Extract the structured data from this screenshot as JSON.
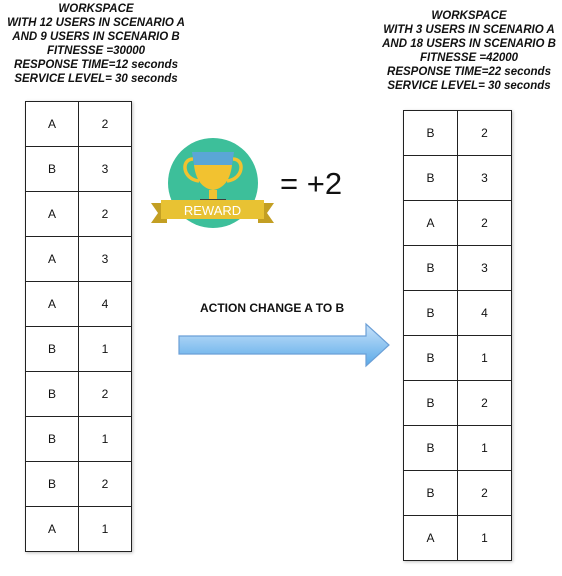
{
  "left_workspace": {
    "header_lines": [
      "WORKSPACE",
      "WITH 12 USERS IN SCENARIO A",
      "AND 9 USERS IN SCENARIO B",
      "FITNESSE =30000",
      "RESPONSE TIME=12 seconds",
      "SERVICE LEVEL= 30 seconds"
    ],
    "rows": [
      [
        "A",
        "2"
      ],
      [
        "B",
        "3"
      ],
      [
        "A",
        "2"
      ],
      [
        "A",
        "3"
      ],
      [
        "A",
        "4"
      ],
      [
        "B",
        "1"
      ],
      [
        "B",
        "2"
      ],
      [
        "B",
        "1"
      ],
      [
        "B",
        "2"
      ],
      [
        "A",
        "1"
      ]
    ]
  },
  "right_workspace": {
    "header_lines": [
      "WORKSPACE",
      "WITH 3 USERS IN SCENARIO A",
      "AND 18 USERS IN SCENARIO B",
      "FITNESSE =42000",
      "RESPONSE TIME=22 seconds",
      "SERVICE LEVEL= 30 seconds"
    ],
    "rows": [
      [
        "B",
        "2"
      ],
      [
        "B",
        "3"
      ],
      [
        "A",
        "2"
      ],
      [
        "B",
        "3"
      ],
      [
        "B",
        "4"
      ],
      [
        "B",
        "1"
      ],
      [
        "B",
        "2"
      ],
      [
        "B",
        "1"
      ],
      [
        "B",
        "2"
      ],
      [
        "A",
        "1"
      ]
    ]
  },
  "reward": {
    "banner_text": "REWARD",
    "value_text": "= +2",
    "icon": "trophy-icon",
    "colors": {
      "circle": "#3dbf9a",
      "ribbon": "#e8c233",
      "ribbon_tail": "#c39f23",
      "cup": "#f2c230",
      "cup_top": "#5aa6d6",
      "base": "#3d3d3d"
    }
  },
  "action": {
    "label": "ACTION CHANGE A TO B",
    "arrow_colors": {
      "fill_top": "#c8e2fa",
      "fill_bottom": "#5aaae8",
      "stroke": "#6b9fd6"
    }
  }
}
